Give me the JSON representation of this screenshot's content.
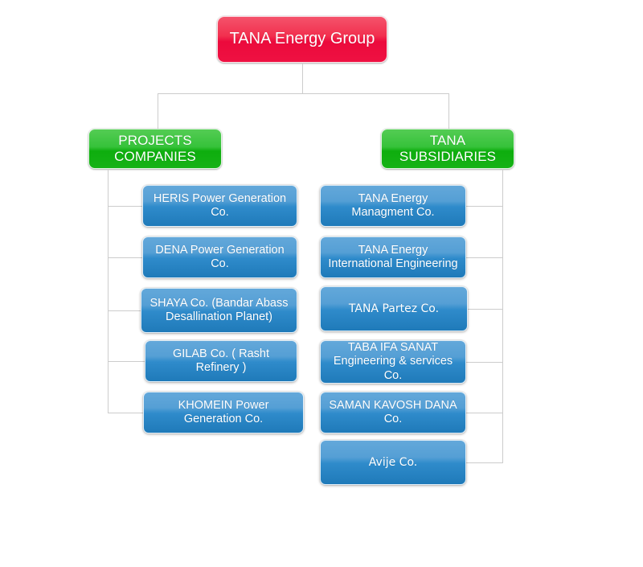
{
  "chart": {
    "type": "org-chart",
    "title": "TANA Energy Group organizational chart",
    "colors": {
      "root": "#ee1142",
      "group": "#16b216",
      "leaf": "#2f8bcb",
      "connector": "#cccccc",
      "background": "#ffffff",
      "text": "#ffffff"
    },
    "root": {
      "label": "TANA Energy Group"
    },
    "groups": [
      {
        "id": "projects-companies",
        "label": "PROJECTS COMPANIES",
        "children": [
          {
            "id": "heris",
            "label": "HERIS Power Generation Co."
          },
          {
            "id": "dena",
            "label": "DENA Power Generation Co."
          },
          {
            "id": "shaya",
            "line1": "SHAYA Co. (Bandar Abass",
            "line2": "Desallination Planet)"
          },
          {
            "id": "gilab",
            "label": "GILAB Co. ( Rasht Refinery )"
          },
          {
            "id": "khomein",
            "label": "KHOMEIN Power Generation Co."
          }
        ]
      },
      {
        "id": "tana-subsidiaries",
        "label": "TANA SUBSIDIARIES",
        "children": [
          {
            "id": "tana-energy-management",
            "line1": "TANA Energy",
            "line2": "Managment Co."
          },
          {
            "id": "tana-energy-international",
            "line1": "TANA Energy",
            "line2": "International Engineering"
          },
          {
            "id": "tana-partez",
            "label": "TANA Partez Co."
          },
          {
            "id": "taba-ifa-sanat",
            "line1": "TABA IFA SANAT",
            "line2": "Engineering & services Co."
          },
          {
            "id": "saman-kavosh-dana",
            "label": "SAMAN KAVOSH DANA Co."
          },
          {
            "id": "avije",
            "label": "Avije Co."
          }
        ]
      }
    ]
  }
}
